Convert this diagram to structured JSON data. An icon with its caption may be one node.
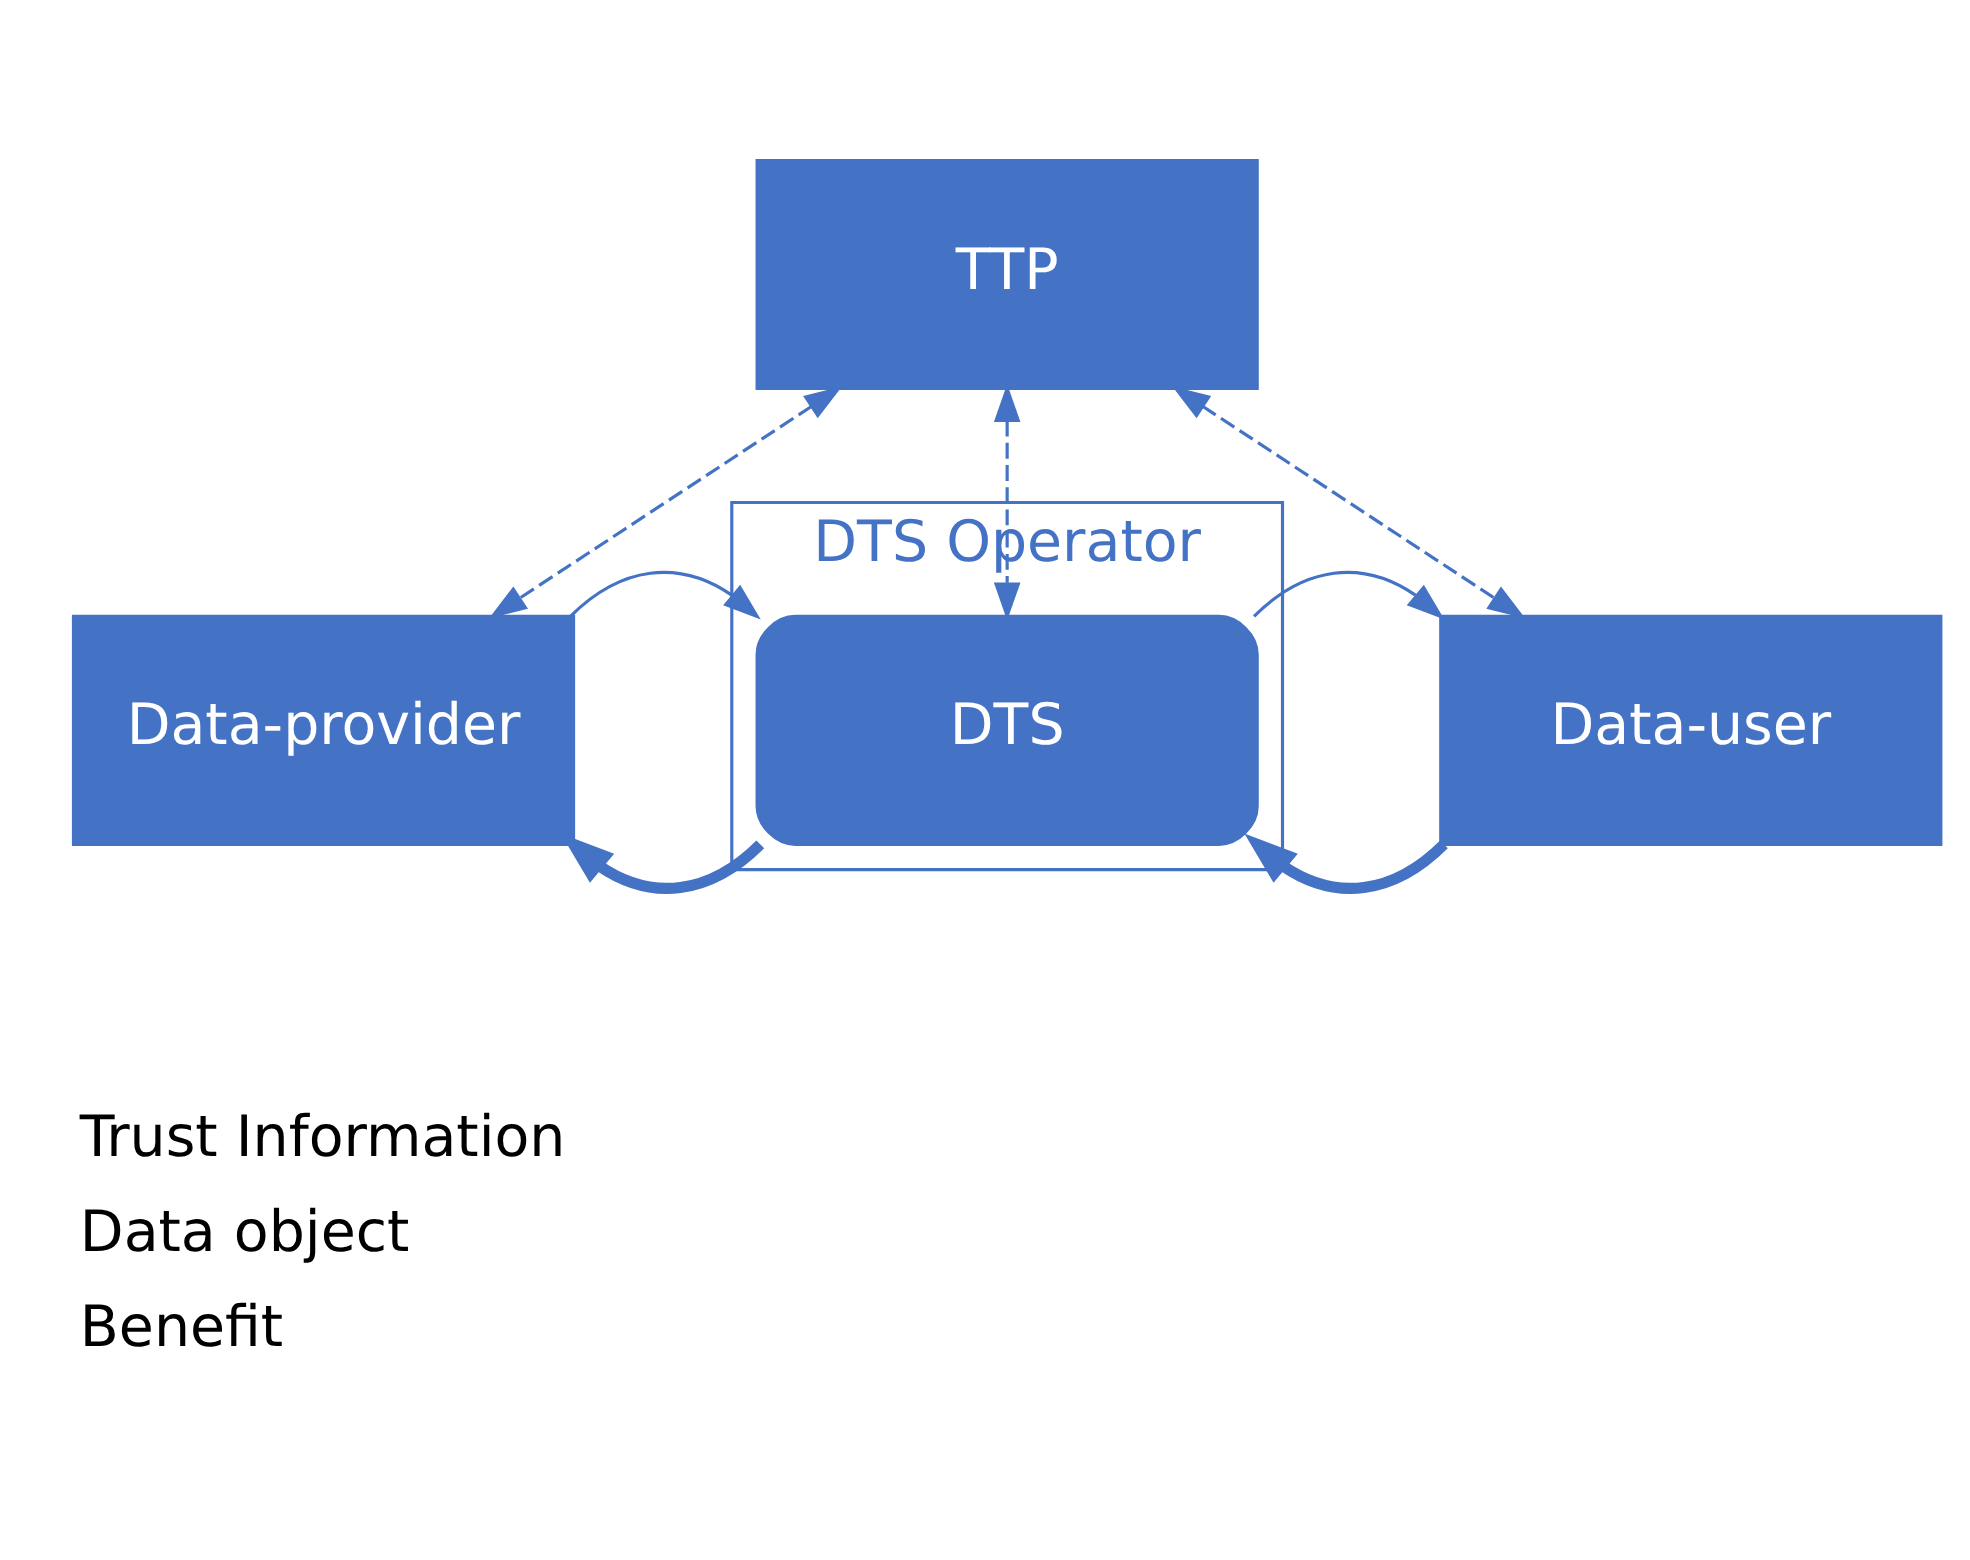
{
  "diagram": {
    "nodes": [
      {
        "text": [
          "TTP"
        ]
      },
      {
        "text": [
          "Data-provider"
        ]
      },
      {
        "text": [
          "DTS Operator"
        ]
      },
      {
        "text": [
          "DTS"
        ],
        "in": 2
      },
      {
        "text": [
          "Data-user"
        ]
      }
    ],
    "edges": [
      {
        "from": 0,
        "to": 1,
        "arrow": "both",
        "style": "dashed"
      },
      {
        "from": 0,
        "to": 3,
        "arrow": "both",
        "style": "dashed"
      },
      {
        "from": 0,
        "to": 4,
        "arrow": "both",
        "style": "dashed"
      },
      {
        "from": 1,
        "to": 3,
        "arrow": "to"
      },
      {
        "from": 3,
        "to": 1,
        "arrow": "to",
        "style": "thick"
      },
      {
        "from": 3,
        "to": 4,
        "arrow": "to"
      },
      {
        "from": 4,
        "to": 3,
        "arrow": "to",
        "style": "thick"
      }
    ],
    "legend": [
      {
        "text": "Trust Information"
      },
      {
        "text": "Data object"
      },
      {
        "text": "Benefit"
      }
    ]
  }
}
